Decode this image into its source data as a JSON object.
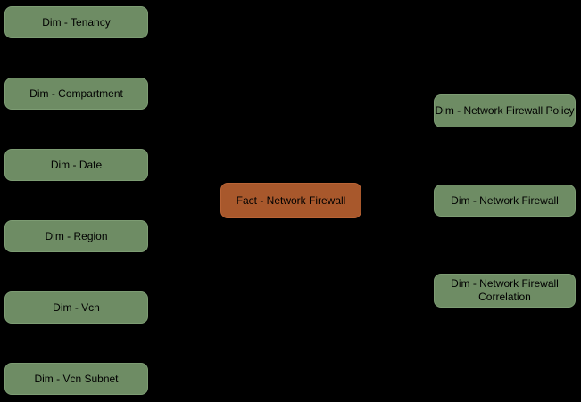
{
  "canvas": {
    "background": "#000000"
  },
  "colors": {
    "dim_fill": "#6e8c64",
    "dim_border": "#7d9c73",
    "fact_fill": "#a8582c",
    "fact_border": "#b96436",
    "node_text": "#000000"
  },
  "diagram": {
    "type": "star-schema",
    "fact_node": {
      "label": "Fact - Network Firewall"
    },
    "left_nodes": [
      {
        "label": "Dim - Tenancy"
      },
      {
        "label": "Dim - Compartment"
      },
      {
        "label": "Dim - Date"
      },
      {
        "label": "Dim - Region"
      },
      {
        "label": "Dim - Vcn"
      },
      {
        "label": "Dim - Vcn Subnet"
      }
    ],
    "right_nodes": [
      {
        "label": "Dim - Network Firewall Policy"
      },
      {
        "label": "Dim - Network Firewall"
      },
      {
        "label": "Dim - Network Firewall Correlation"
      }
    ]
  }
}
